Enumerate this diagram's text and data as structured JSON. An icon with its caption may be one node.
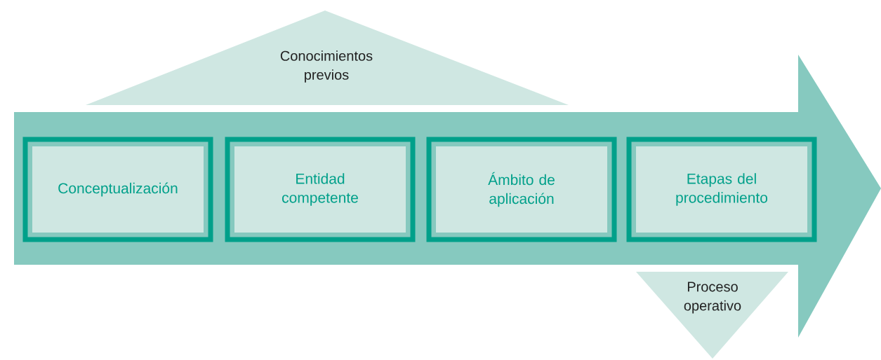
{
  "diagram": {
    "nodes": [
      {
        "text": [
          "Conocimientos previos"
        ]
      },
      {
        "text": [],
        "shape": "arrow"
      },
      {
        "text": [
          "Conceptualización"
        ],
        "in": 1
      },
      {
        "text": [
          "Entidad competente"
        ],
        "in": 1
      },
      {
        "text": [
          "Ámbito de aplicación"
        ],
        "in": 1
      },
      {
        "text": [
          "Etapas del procedimiento"
        ],
        "in": 1
      },
      {
        "text": [
          "Proceso operativo"
        ]
      }
    ]
  }
}
